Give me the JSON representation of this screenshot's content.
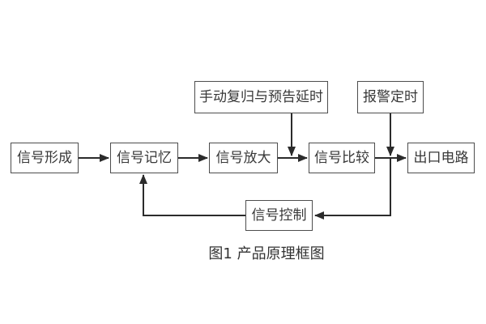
{
  "diagram": {
    "caption": "图1 产品原理框图",
    "boxes": {
      "signal_formation": "信号形成",
      "signal_memory": "信号记忆",
      "signal_amplification": "信号放大",
      "signal_comparison": "信号比较",
      "output_circuit": "出口电路",
      "manual_reset_delay": "手动复归与预告延时",
      "alarm_timing": "报警定时",
      "signal_control": "信号控制"
    },
    "connections": [
      {
        "from": "signal_formation",
        "to": "signal_memory",
        "type": "arrow-right"
      },
      {
        "from": "signal_memory",
        "to": "signal_amplification",
        "type": "arrow-right"
      },
      {
        "from": "signal_amplification",
        "to": "signal_comparison",
        "type": "arrow-right"
      },
      {
        "from": "signal_comparison",
        "to": "output_circuit",
        "type": "arrow-right"
      },
      {
        "from": "manual_reset_delay",
        "to": "link(signal_amplification→signal_comparison)",
        "type": "arrow-down"
      },
      {
        "from": "alarm_timing",
        "to": "link(signal_comparison→output_circuit)",
        "type": "arrow-down"
      },
      {
        "from": "link(signal_comparison→output_circuit)",
        "to": "signal_control",
        "type": "down-then-left-arrow"
      },
      {
        "from": "signal_control",
        "to": "signal_memory",
        "type": "left-then-up-arrow"
      }
    ],
    "colors": {
      "background": "#ffffff",
      "box_border": "#4d4d4d",
      "box_fill": "#ffffff",
      "line": "#2b2b2b",
      "text": "#383838"
    }
  }
}
